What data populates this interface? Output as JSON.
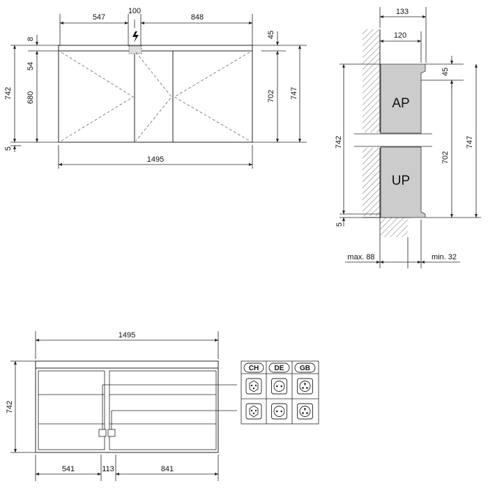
{
  "front_view": {
    "widths": {
      "left": "547",
      "socket": "100",
      "right": "848",
      "total": "1495"
    },
    "heights_left": {
      "top": "8",
      "middle": "54",
      "main": "680",
      "outer": "742",
      "bottom": "5"
    },
    "heights_right": {
      "top": "45",
      "inner": "702",
      "outer": "747"
    }
  },
  "side_view": {
    "depths": {
      "outer": "133",
      "inner": "120"
    },
    "labels": {
      "upper": "AP",
      "lower": "UP"
    },
    "heights_left": {
      "outer": "742",
      "bottom": "5"
    },
    "heights_right": {
      "top": "45",
      "inner": "702",
      "outer": "747"
    },
    "clearance": {
      "max": "max. 88",
      "min": "min. 32"
    }
  },
  "back_view": {
    "widths": {
      "total": "1495",
      "left": "541",
      "middle": "113",
      "right": "841"
    },
    "height": "742",
    "socket_table": {
      "headers": [
        "CH",
        "DE",
        "GB"
      ],
      "sockets": [
        [
          "socket-ch-icon",
          "socket-de-icon",
          "socket-gb-icon"
        ],
        [
          "socket-ch-icon",
          "socket-de-icon",
          "socket-gb-icon"
        ]
      ]
    }
  }
}
